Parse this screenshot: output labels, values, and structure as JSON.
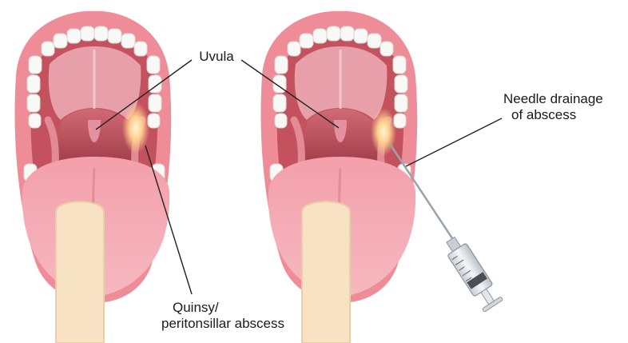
{
  "labels": {
    "uvula": "Uvula",
    "needle_line1": "Needle drainage",
    "needle_line2": "of abscess",
    "quinsy_line1": "Quinsy/",
    "quinsy_line2": "peritonsillar abscess"
  },
  "colors": {
    "lip_outer": "#ef8e99",
    "lip_inner": "#f7b9c0",
    "mouth_cavity": "#c2545f",
    "palate": "#e89aa3",
    "throat": "#9c3643",
    "teeth": "#f8f8f6",
    "tongue": "#f4a6b0",
    "tongue_shadow": "#e58c98",
    "spatula": "#f7e1c2",
    "abscess": "#ffd29a",
    "syringe_body": "#dfe4ea",
    "leader_line": "#222222"
  }
}
